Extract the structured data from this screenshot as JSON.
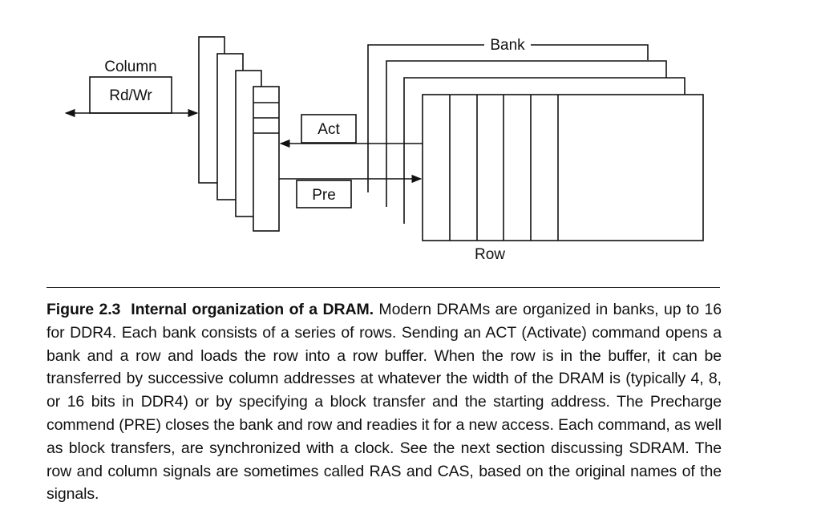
{
  "figure": {
    "labels": {
      "column": "Column",
      "rd_wr": "Rd/Wr",
      "act": "Act",
      "pre": "Pre",
      "bank": "Bank",
      "row": "Row"
    }
  },
  "caption": {
    "label": "Figure 2.3",
    "title": "Internal organization of a DRAM.",
    "body": "Modern DRAMs are organized in banks, up to 16 for DDR4. Each bank consists of a series of rows. Sending an ACT (Activate) command opens a bank and a row and loads the row into a row buffer. When the row is in the buffer, it can be transferred by successive column addresses at whatever the width of the DRAM is (typically 4, 8, or 16 bits in DDR4) or by specifying a block transfer and the starting address. The Precharge commend (PRE) closes the bank and row and readies it for a new access. Each command, as well as block transfers, are synchronized with a clock. See the next section discussing SDRAM. The row and column signals are sometimes called RAS and CAS, based on the original names of the signals."
  }
}
